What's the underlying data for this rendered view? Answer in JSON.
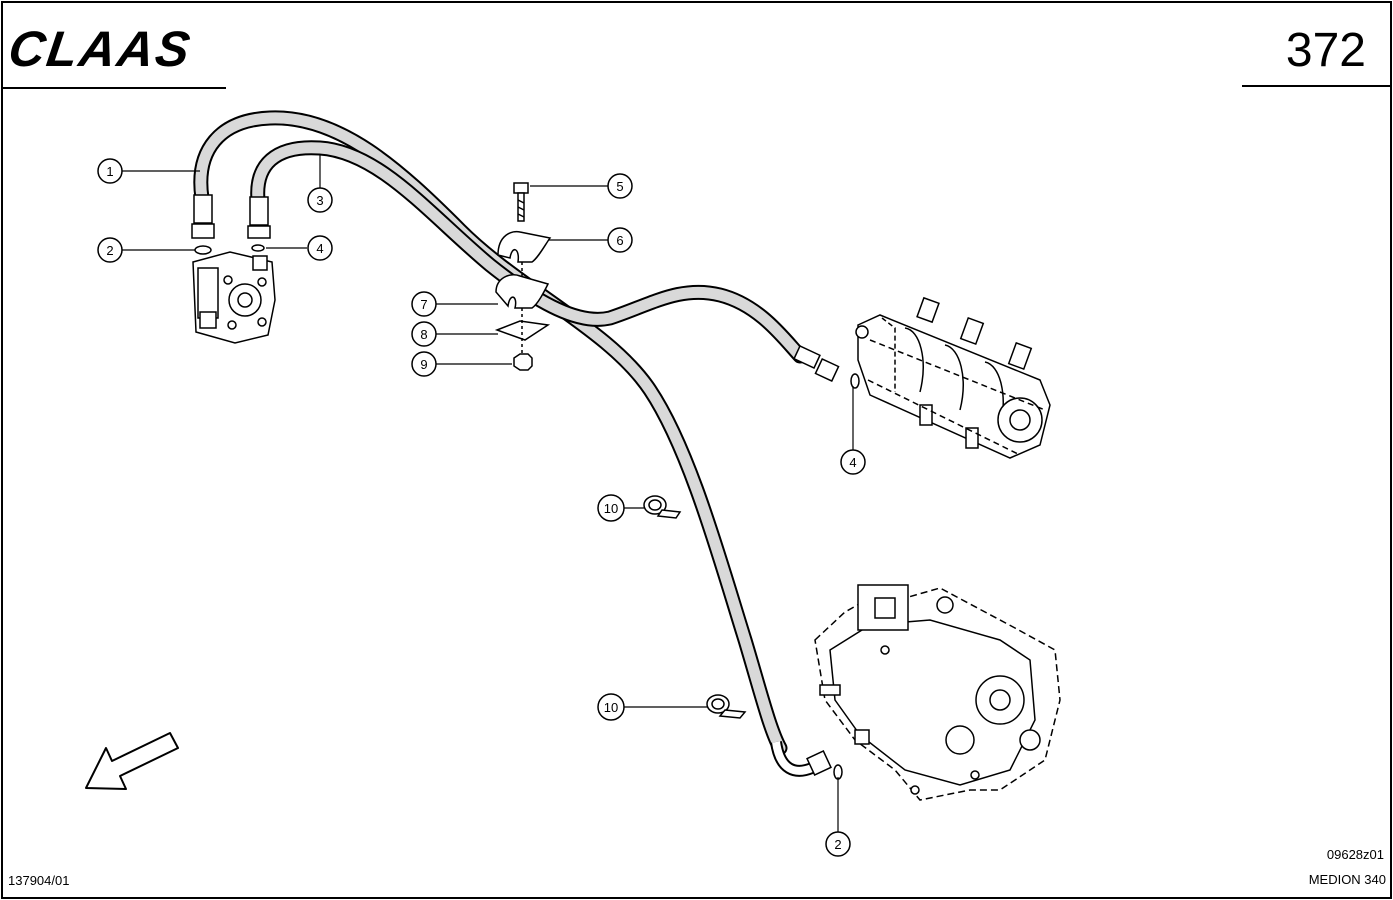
{
  "header": {
    "logo_text": "CLAAS",
    "page_number": "372"
  },
  "footer": {
    "left_code": "137904/01",
    "right_code": "09628z01",
    "model": "MEDION 340"
  },
  "callouts": [
    {
      "label": "1"
    },
    {
      "label": "2"
    },
    {
      "label": "3"
    },
    {
      "label": "4"
    },
    {
      "label": "5"
    },
    {
      "label": "6"
    },
    {
      "label": "7"
    },
    {
      "label": "8"
    },
    {
      "label": "9"
    },
    {
      "label": "4"
    },
    {
      "label": "10"
    },
    {
      "label": "10"
    },
    {
      "label": "2"
    }
  ],
  "colors": {
    "line": "#000000",
    "hose_fill": "#d9d9d9",
    "background": "#ffffff"
  }
}
